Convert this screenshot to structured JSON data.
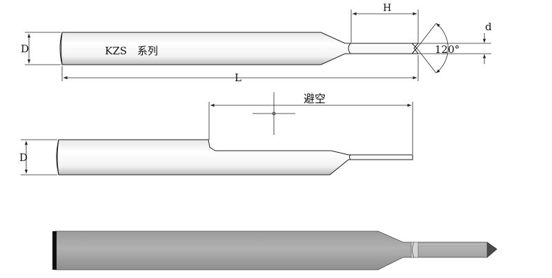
{
  "top_view": {
    "label_D": "D",
    "series_label": "KZS　系列",
    "label_L": "L",
    "label_H": "H",
    "label_d": "d",
    "angle_label": "120°"
  },
  "middle_view": {
    "label_D": "D",
    "clearance_label": "避空"
  },
  "bottom_view": {},
  "colors": {
    "line": "#1a1a1a",
    "dim_line": "#222222",
    "shade_light": "#f4f4f4",
    "shade_dark": "#8a8a8a",
    "solid_body": "#a9a9a9"
  }
}
